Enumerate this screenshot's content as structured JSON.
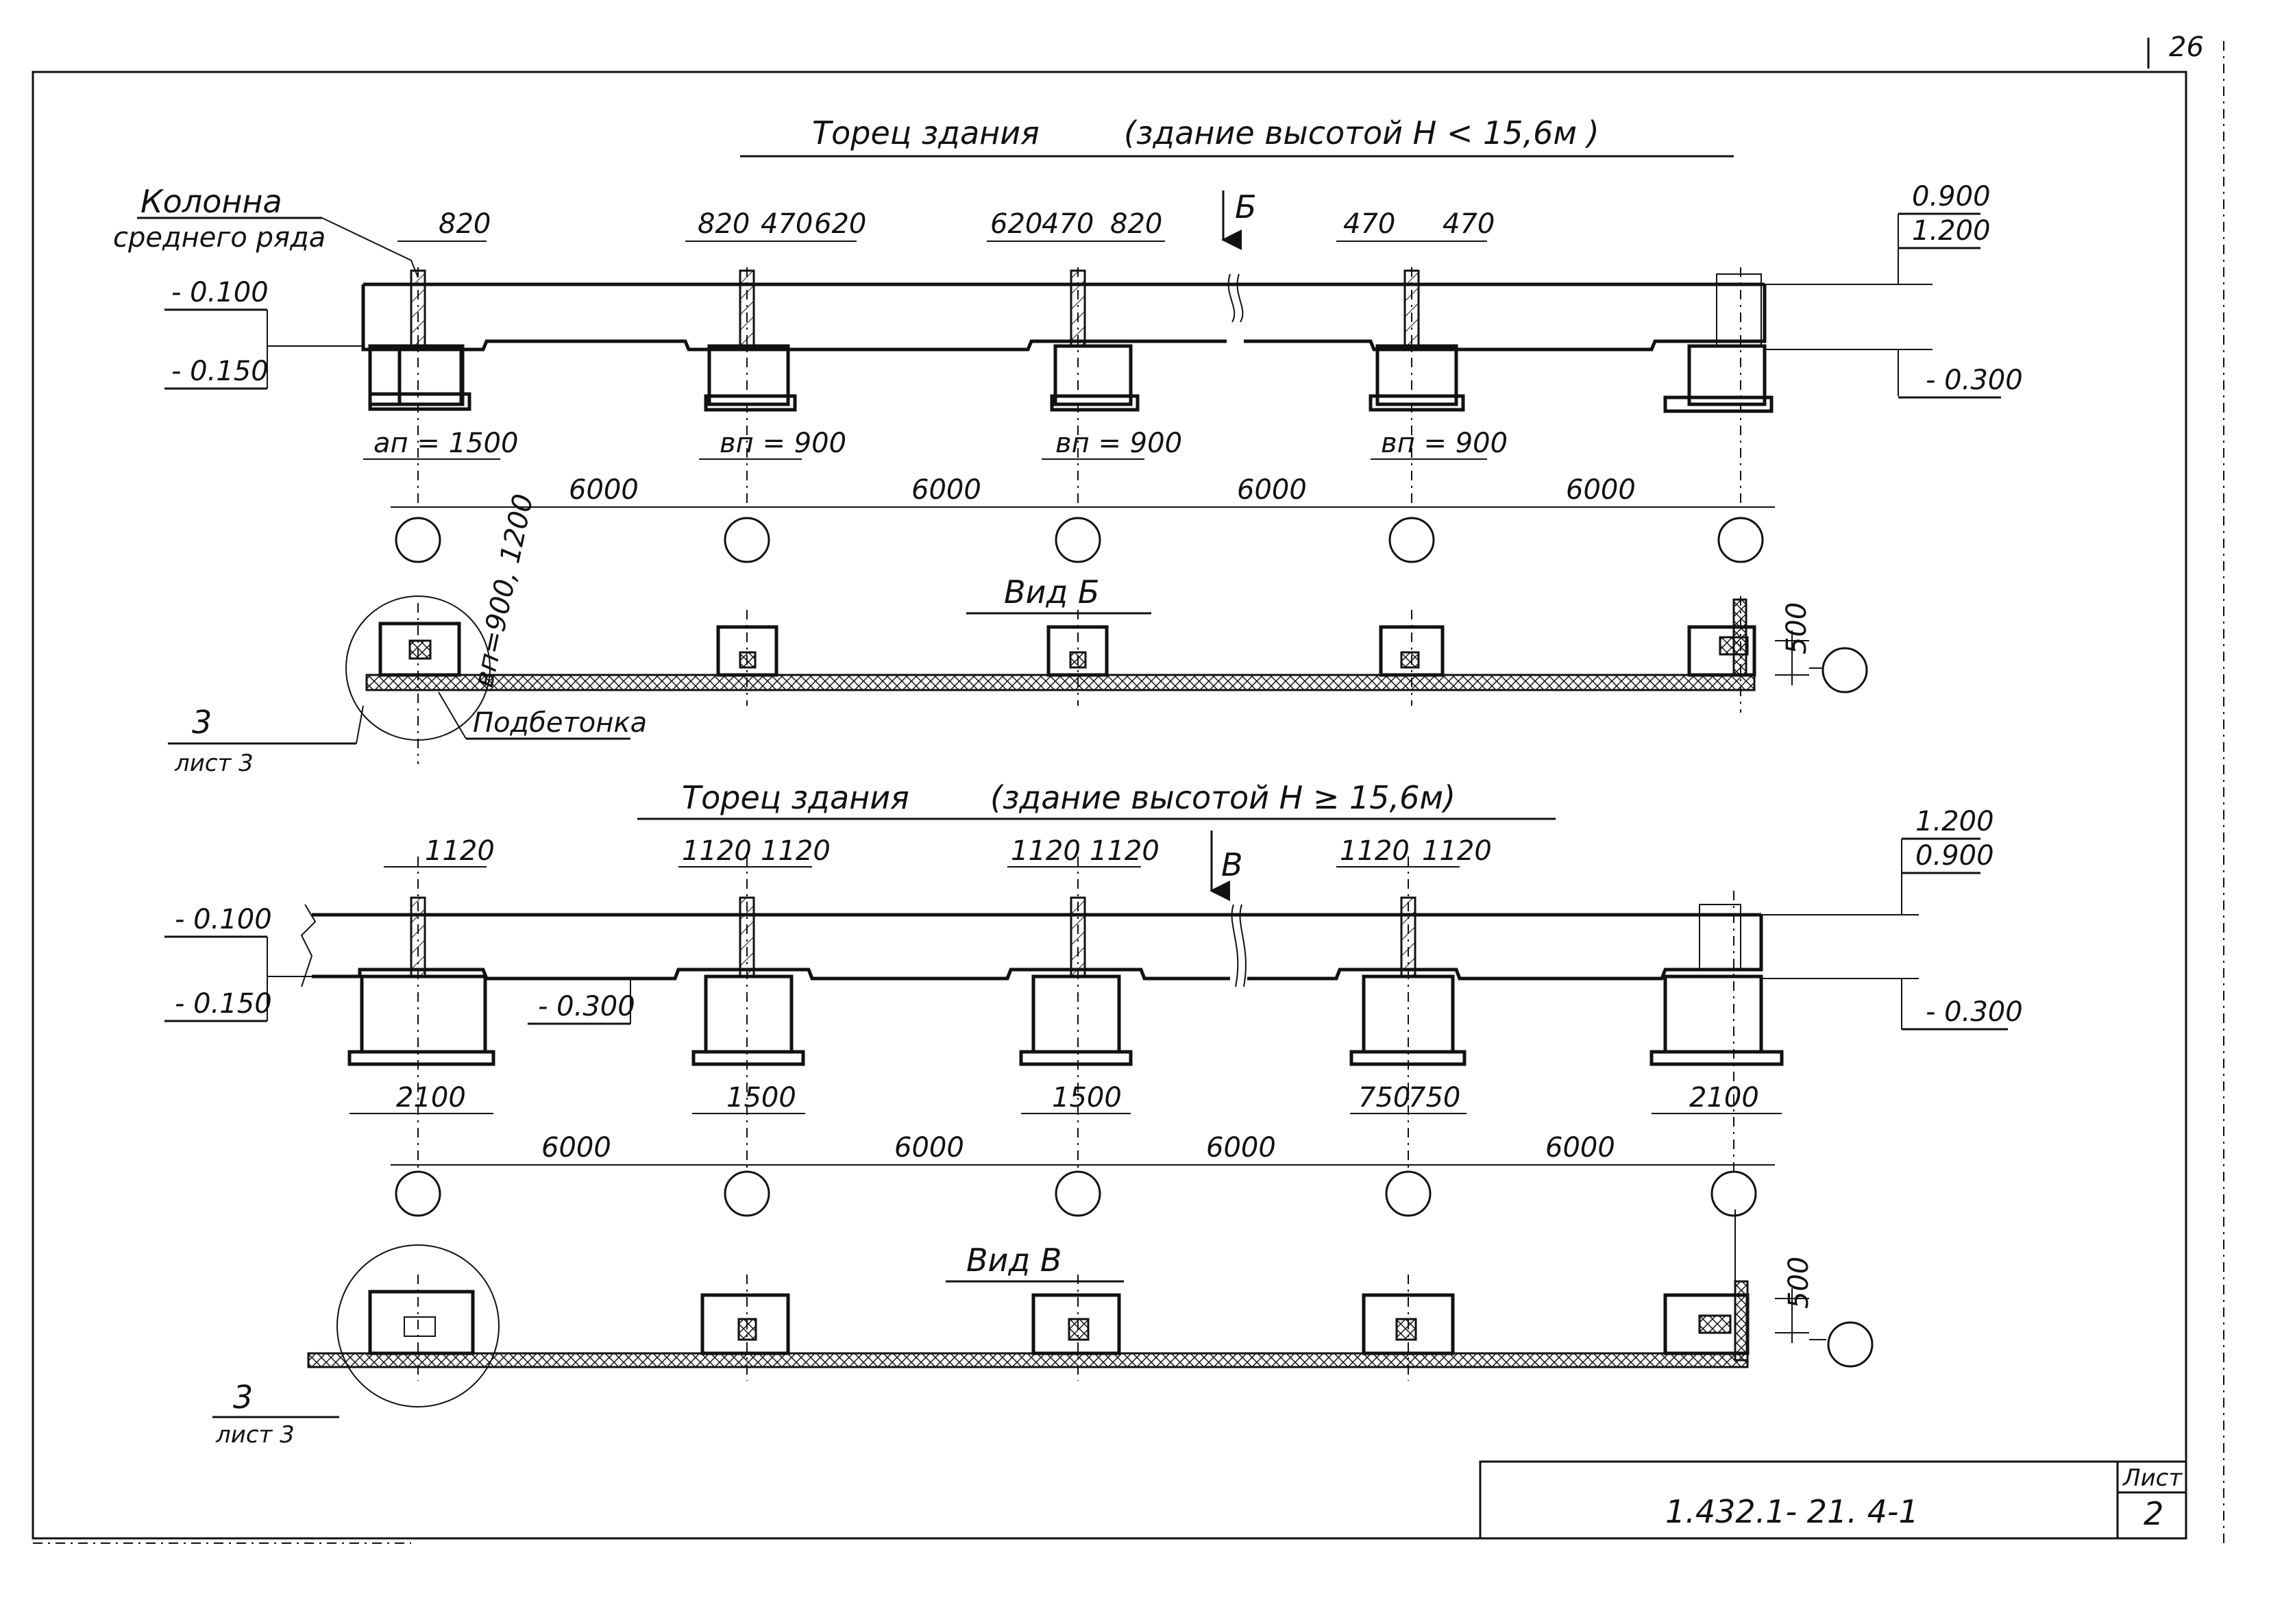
{
  "page": {
    "corner_number": "26"
  },
  "top": {
    "title": "Торец здания",
    "subtitle": "(здание высотой H < 15,6м )",
    "section_mark": "Б",
    "column_label_1": "Колонна",
    "column_label_2": "среднего ряда",
    "dims_top": [
      "820",
      "820",
      "470",
      "620",
      "620",
      "470",
      "820",
      "470",
      "470"
    ],
    "levels_left": [
      "- 0.100",
      "- 0.150"
    ],
    "levels_right": [
      "0.900",
      "1.200",
      "- 0.300"
    ],
    "pad_labels": [
      "aп = 1500",
      "вп = 900",
      "вп = 900",
      "вп = 900"
    ],
    "spans": [
      "6000",
      "6000",
      "6000",
      "6000"
    ]
  },
  "view_b": {
    "title": "Вид Б",
    "callout_label": "вп=900, 1200",
    "label_subconcrete": "Подбетонка",
    "callout_num": "3",
    "callout_sheet": "лист 3",
    "dim_500": "500"
  },
  "bottom": {
    "title": "Торец здания",
    "subtitle": "(здание высотой H ≥ 15,6м)",
    "section_mark": "В",
    "dims_top": [
      "1120",
      "1120",
      "1120",
      "1120",
      "1120",
      "1120",
      "1120"
    ],
    "levels_left": [
      "- 0.100",
      "- 0.150"
    ],
    "level_inner": "- 0.300",
    "levels_right": [
      "1.200",
      "0.900",
      "- 0.300"
    ],
    "widths": [
      "2100",
      "1500",
      "1500",
      "750",
      "750",
      "2100"
    ],
    "spans": [
      "6000",
      "6000",
      "6000",
      "6000"
    ]
  },
  "view_v": {
    "title": "Вид В",
    "callout_num": "3",
    "callout_sheet": "лист 3",
    "dim_500": "500"
  },
  "stamp": {
    "sheet_label": "Лист",
    "sheet_number": "2",
    "doc_code": "1.432.1- 21. 4-1"
  }
}
